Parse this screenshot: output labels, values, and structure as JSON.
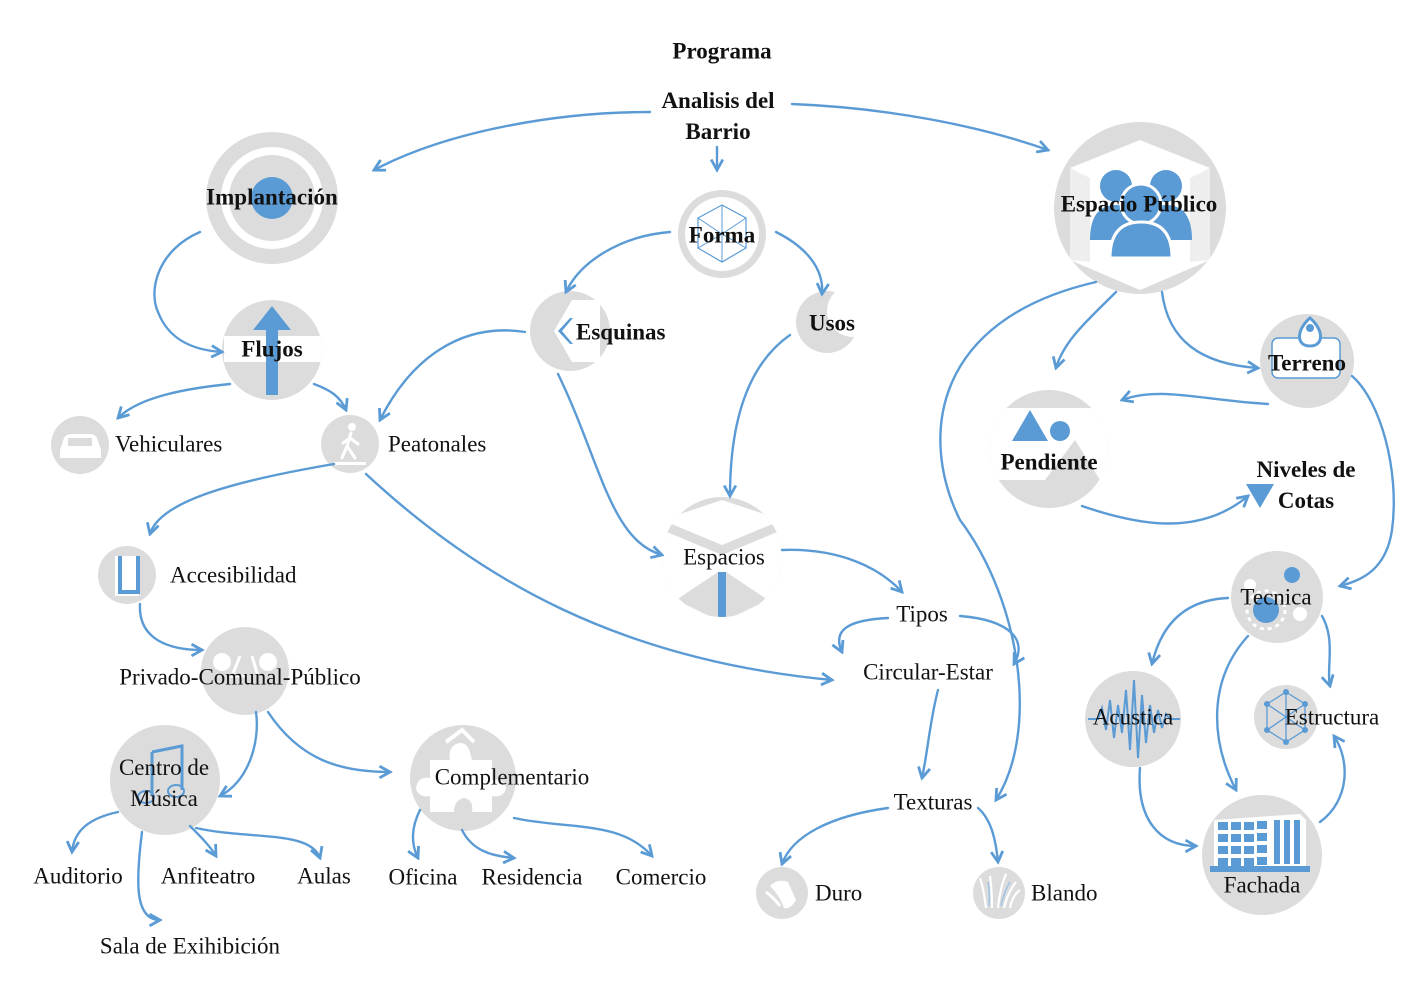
{
  "title": "Programa",
  "accent_color": "#5b9bd5",
  "node_gray": "#dcdcdc",
  "nodes": {
    "analisis": {
      "label": "Analisis del\nBarrio"
    },
    "implantacion": {
      "label": "Implantación",
      "icon": "target-icon"
    },
    "forma": {
      "label": "Forma",
      "icon": "polyhedron-icon"
    },
    "espacio_publico": {
      "label": "Espacio Público",
      "icon": "people-icon"
    },
    "flujos": {
      "label": "Flujos",
      "icon": "arrow-up-icon"
    },
    "esquinas": {
      "label": "Esquinas",
      "icon": "corner-icon"
    },
    "usos": {
      "label": "Usos",
      "icon": "moon-icon"
    },
    "terreno": {
      "label": "Terreno",
      "icon": "map-pin-icon"
    },
    "vehiculares": {
      "label": "Vehiculares",
      "icon": "car-icon"
    },
    "peatonales": {
      "label": "Peatonales",
      "icon": "pedestrian-icon"
    },
    "pendiente": {
      "label": "Pendiente",
      "icon": "mountain-icon"
    },
    "niveles": {
      "label": "Niveles de\nCotas",
      "icon": "triangle-down-icon"
    },
    "accesibilidad": {
      "label": "Accesibilidad",
      "icon": "door-icon"
    },
    "espacios": {
      "label": "Espacios",
      "icon": "cube-icon"
    },
    "tecnica": {
      "label": "Tecnica",
      "icon": "gears-icon"
    },
    "tipos": {
      "label": "Tipos"
    },
    "circular": {
      "label": "Circular-Estar"
    },
    "privado": {
      "label": "Privado-Comunal-Público",
      "icon": "group-icon"
    },
    "acustica": {
      "label": "Acustica",
      "icon": "soundwave-icon"
    },
    "estructura": {
      "label": "Estructura",
      "icon": "network-icon"
    },
    "centro": {
      "label": "Centro de\nMúsica",
      "icon": "music-note-icon"
    },
    "complementario": {
      "label": "Complementario",
      "icon": "puzzle-icon"
    },
    "texturas": {
      "label": "Texturas"
    },
    "fachada": {
      "label": "Fachada",
      "icon": "building-icon"
    },
    "auditorio": {
      "label": "Auditorio"
    },
    "anfiteatro": {
      "label": "Anfiteatro"
    },
    "aulas": {
      "label": "Aulas"
    },
    "oficina": {
      "label": "Oficina"
    },
    "residencia": {
      "label": "Residencia"
    },
    "comercio": {
      "label": "Comercio"
    },
    "duro": {
      "label": "Duro",
      "icon": "rock-icon"
    },
    "blando": {
      "label": "Blando",
      "icon": "grass-icon"
    },
    "sala": {
      "label": "Sala de Exihibición"
    }
  }
}
